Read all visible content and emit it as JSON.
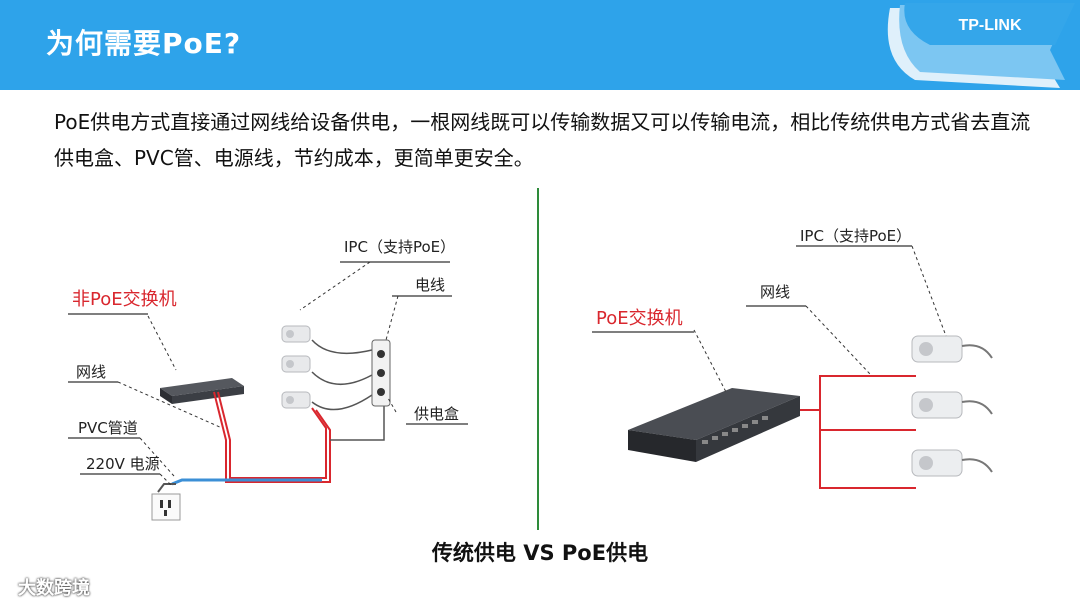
{
  "header": {
    "title": "为何需要PoE?",
    "brand": "TP-LINK"
  },
  "intro": "PoE供电方式直接通过网线给设备供电，一根网线既可以传输数据又可以传输电流，相比传统供电方式省去直流供电盒、PVC管、电源线，节约成本，更简单更安全。",
  "left_diagram": {
    "switch_label": "非PoE交换机",
    "ipc_label": "IPC（支持PoE）",
    "power_wire_label": "电线",
    "network_label": "网线",
    "power_box_label": "供电盒",
    "pvc_label": "PVC管道",
    "mains_label": "220V 电源"
  },
  "right_diagram": {
    "switch_label": "PoE交换机",
    "ipc_label": "IPC（支持PoE）",
    "network_label": "网线"
  },
  "caption": "传统供电 VS PoE供电",
  "watermark": "大数跨境",
  "colors": {
    "header": "#2ea3ea",
    "accent_red": "#d9272e",
    "divider": "#2e8b3a",
    "ethernet": "#d9272e",
    "pvc": "#3b8fd6"
  }
}
